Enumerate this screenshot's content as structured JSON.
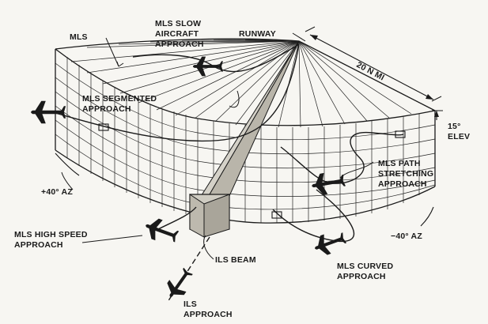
{
  "labels": {
    "mls": "MLS",
    "slow_1": "MLS SLOW",
    "slow_2": "AIRCRAFT",
    "slow_3": "APPROACH",
    "runway": "RUNWAY",
    "range": "20 N MI",
    "seg_1": "MLS SEGMENTED",
    "seg_2": "APPROACH",
    "elev_1": "15°",
    "elev_2": "ELEV",
    "stretch_1": "MLS PATH",
    "stretch_2": "STRETCHING",
    "stretch_3": "APPROACH",
    "az_left": "+40° AZ",
    "az_right": "−40° AZ",
    "high_1": "MLS HIGH SPEED",
    "high_2": "APPROACH",
    "ils_beam": "ILS BEAM",
    "curved_1": "MLS CURVED",
    "curved_2": "APPROACH",
    "ils_app_1": "ILS",
    "ils_app_2": "APPROACH"
  },
  "colors": {
    "ink": "#1a1a1a",
    "paper": "#f7f6f2",
    "beam": "#d4d1c8"
  },
  "icons": [
    "airplane-icon"
  ]
}
